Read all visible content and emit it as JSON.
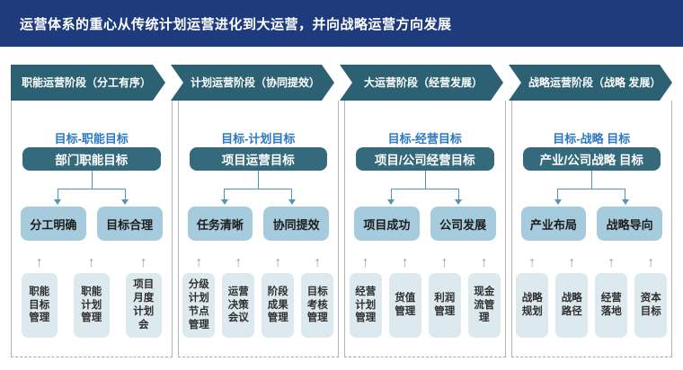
{
  "title": "运营体系的重心从传统计划运营进化到大运营，并向战略运营方向发展",
  "colors": {
    "navy": "#1e3c7d",
    "teal": "#2c6173",
    "teal_box": "#35697c",
    "light_box": "#a6cbdc",
    "pale_box": "#dce9ef",
    "blue_label": "#2e78c0",
    "line": "#4f93b8",
    "border": "#b5b5b5",
    "uparrow": "#98a2a7"
  },
  "icons": {
    "up_arrow": "↑"
  },
  "stages": [
    {
      "arrow_label": "职能运营阶段（分工有序）",
      "goal_label": "目标-职能目标",
      "main_box": "部门职能目标",
      "outcomes": [
        "分工明确",
        "目标合理"
      ],
      "tools": [
        "职能目标管理",
        "职能计划管理",
        "项目月度计划会"
      ]
    },
    {
      "arrow_label": "计划运营阶段（协同提效）",
      "goal_label": "目标-计划目标",
      "main_box": "项目运营目标",
      "outcomes": [
        "任务清晰",
        "协同提效"
      ],
      "tools": [
        "分级计划节点管理",
        "运营决策会议",
        "阶段成果管理",
        "目标考核管理"
      ]
    },
    {
      "arrow_label": "大运营阶段（经营发展）",
      "goal_label": "目标-经营目标",
      "main_box": "项目/公司经营目标",
      "outcomes": [
        "项目成功",
        "公司发展"
      ],
      "tools": [
        "经营计划管理",
        "货值管理",
        "利润管理",
        "现金流管理"
      ]
    },
    {
      "arrow_label": "战略运营阶段（战略 发展）",
      "goal_label": "目标-战略 目标",
      "main_box": "产业/公司战略 目标",
      "outcomes": [
        "产业布局",
        "战略导向"
      ],
      "tools": [
        "战略规划",
        "战略路径",
        "经营落地",
        "资本目标"
      ]
    }
  ]
}
